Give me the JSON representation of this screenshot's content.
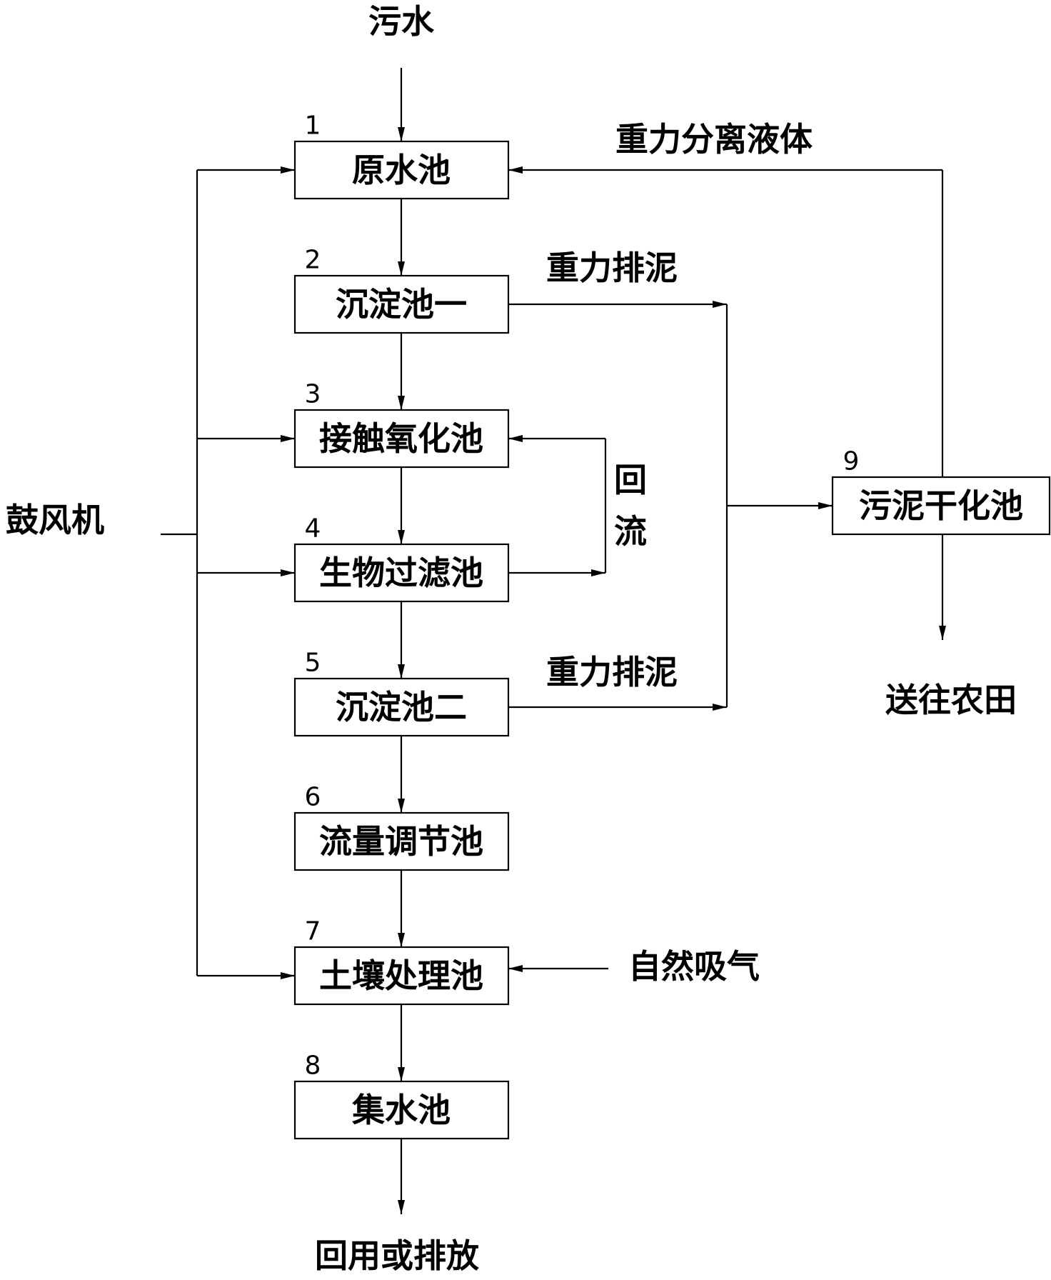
{
  "diagram": {
    "boxes": [
      {
        "number": "1",
        "label": "原水池"
      },
      {
        "number": "2",
        "label": "沉淀池一"
      },
      {
        "number": "3",
        "label": "接触氧化池"
      },
      {
        "number": "4",
        "label": "生物过滤池"
      },
      {
        "number": "5",
        "label": "沉淀池二"
      },
      {
        "number": "6",
        "label": "流量调节池"
      },
      {
        "number": "7",
        "label": "土壤处理池"
      },
      {
        "number": "8",
        "label": "集水池"
      },
      {
        "number": "9",
        "label": "污泥干化池"
      }
    ],
    "labels": {
      "inlet": "污水",
      "blower": "鼓风机",
      "gravity_liquid": "重力分离液体",
      "gravity_sludge_1": "重力排泥",
      "gravity_sludge_2": "重力排泥",
      "reflux_1": "回",
      "reflux_2": "流",
      "natural_air": "自然吸气",
      "to_farmland": "送往农田",
      "outlet": "回用或排放"
    }
  }
}
